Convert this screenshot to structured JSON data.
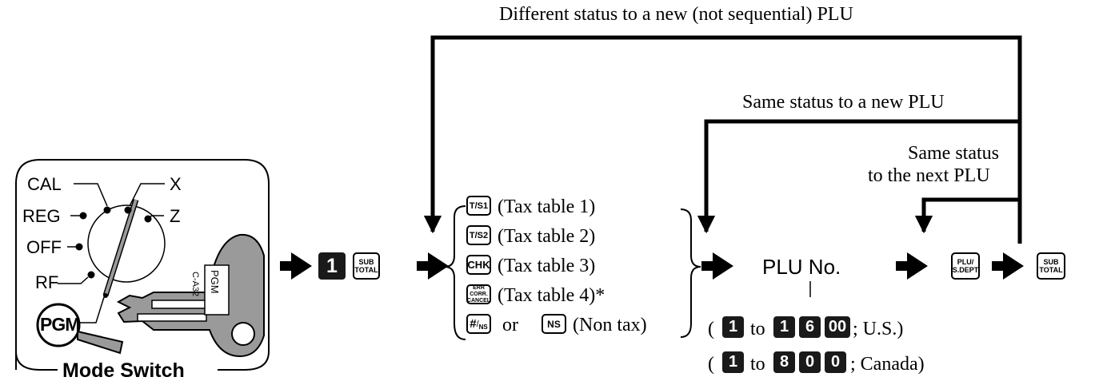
{
  "flow": {
    "top_label": "Different status to a new (not sequential) PLU",
    "mid_label": "Same status to a new PLU",
    "next_label_1": "Same status",
    "next_label_2": "to the next PLU"
  },
  "mode_switch": {
    "title": "Mode Switch",
    "positions": [
      "CAL",
      "X",
      "REG",
      "Z",
      "OFF",
      "RF"
    ],
    "badge": "PGM",
    "key_label": "PGM",
    "key_code": "C-A32"
  },
  "keys": {
    "one": "1",
    "subtotal_1": "SUB",
    "subtotal_2": "TOTAL",
    "ts1": "T/S1",
    "ts2": "T/S2",
    "chk": "CHK",
    "errcorr_1": "ERR CORR.",
    "errcorr_2": "CANCEL",
    "hash_1": "#",
    "hash_2": "NS",
    "ns": "NS",
    "plu_1": "PLU/",
    "plu_2": "S.DEPT"
  },
  "tax_options": {
    "t1": "(Tax table 1)",
    "t2": "(Tax table 2)",
    "t3": "(Tax table 3)",
    "t4": "(Tax table 4)*",
    "or": "or",
    "nontax": "(Non tax)"
  },
  "plu": {
    "label": "PLU No.",
    "open": "(",
    "to": "to",
    "us_suffix": "; U.S.)",
    "canada_suffix": "; Canada)",
    "us_from": "1",
    "us_to": [
      "1",
      "6",
      "00"
    ],
    "ca_from": "1",
    "ca_to": [
      "8",
      "0",
      "0"
    ]
  }
}
